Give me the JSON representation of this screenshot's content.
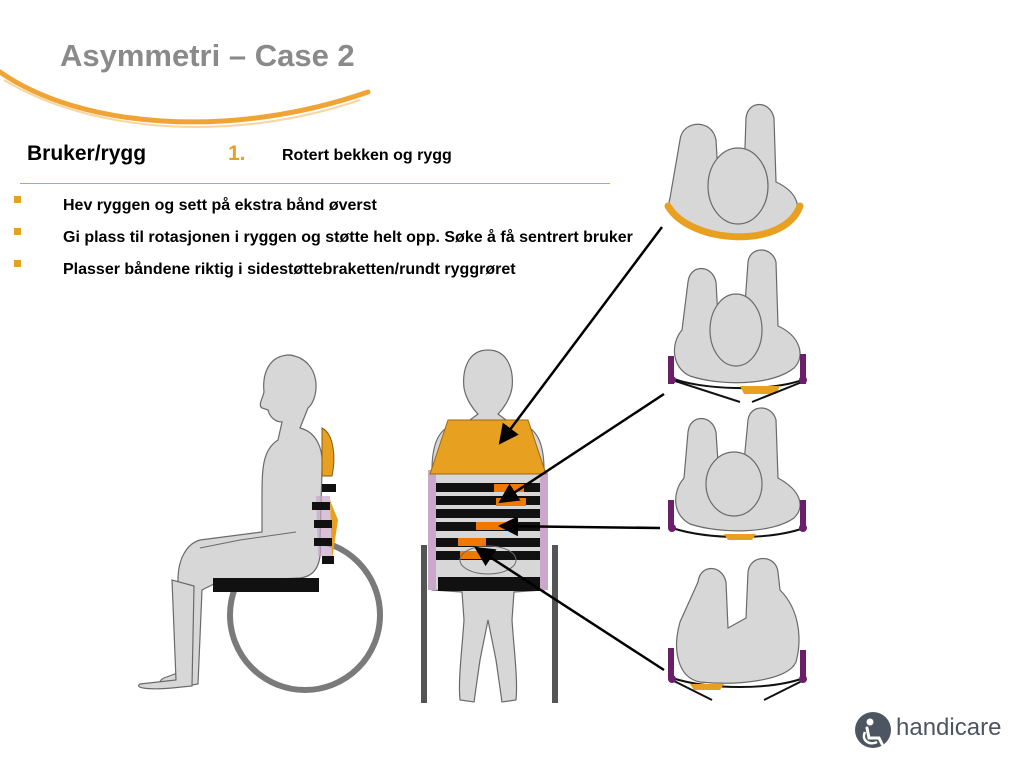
{
  "slide": {
    "title": "Asymmetri – Case 2",
    "subheading": "Bruker/rygg",
    "step_number": "1.",
    "step_text": "Rotert bekken og rygg",
    "bullets": [
      "Hev ryggen og sett på ekstra bånd øverst",
      "Gi plass til rotasjonen i ryggen og støtte helt opp. Søke å få sentrert bruker",
      "Plasser båndene riktig i sidestøttebraketten/rundt ryggrøret"
    ],
    "logo_text": "handicare"
  },
  "colors": {
    "title": "#8a8a8a",
    "accent": "#e8a020",
    "figure_fill": "#d7d7d7",
    "figure_stroke": "#6a6a6a",
    "band": "#111111",
    "frame": "#c9a8c9",
    "wheel": "#7a7a7a",
    "marker": "#f07800",
    "bracket": "#6b1f6b"
  }
}
